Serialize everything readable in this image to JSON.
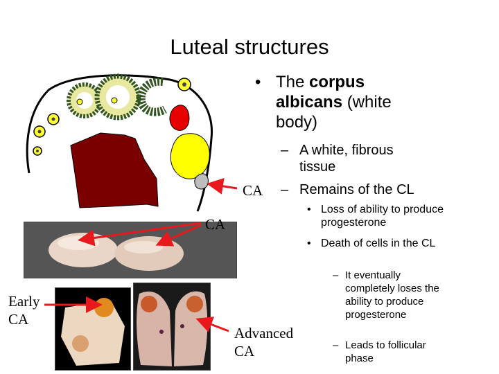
{
  "slide": {
    "title": "Luteal structures",
    "bullet1": {
      "marker": "•",
      "pre": "The ",
      "bold": "corpus albicans",
      "post": " (white body)"
    },
    "sub1": {
      "marker": "–",
      "text": "A white, fibrous tissue"
    },
    "sub2": {
      "marker": "–",
      "text": "Remains of the CL"
    },
    "sub2_items": [
      {
        "marker": "•",
        "text": "Loss of ability to produce progesterone"
      },
      {
        "marker": "•",
        "text": "Death of cells in the CL"
      }
    ],
    "sub3_items": [
      {
        "marker": "–",
        "text": "It eventually completely loses the ability to produce progesterone"
      },
      {
        "marker": "–",
        "text": "Leads to follicular phase"
      }
    ],
    "labels": {
      "ca_diagram": "CA",
      "ca_photo": "CA",
      "early_ca": "Early CA",
      "advanced_ca": "Advanced CA"
    }
  },
  "colors": {
    "arrow": "#e8191c",
    "cl_dark": "#7a0000",
    "cl_red": "#e60000",
    "cl_yellow": "#ffff00",
    "ca_gray": "#bdbdbd"
  }
}
